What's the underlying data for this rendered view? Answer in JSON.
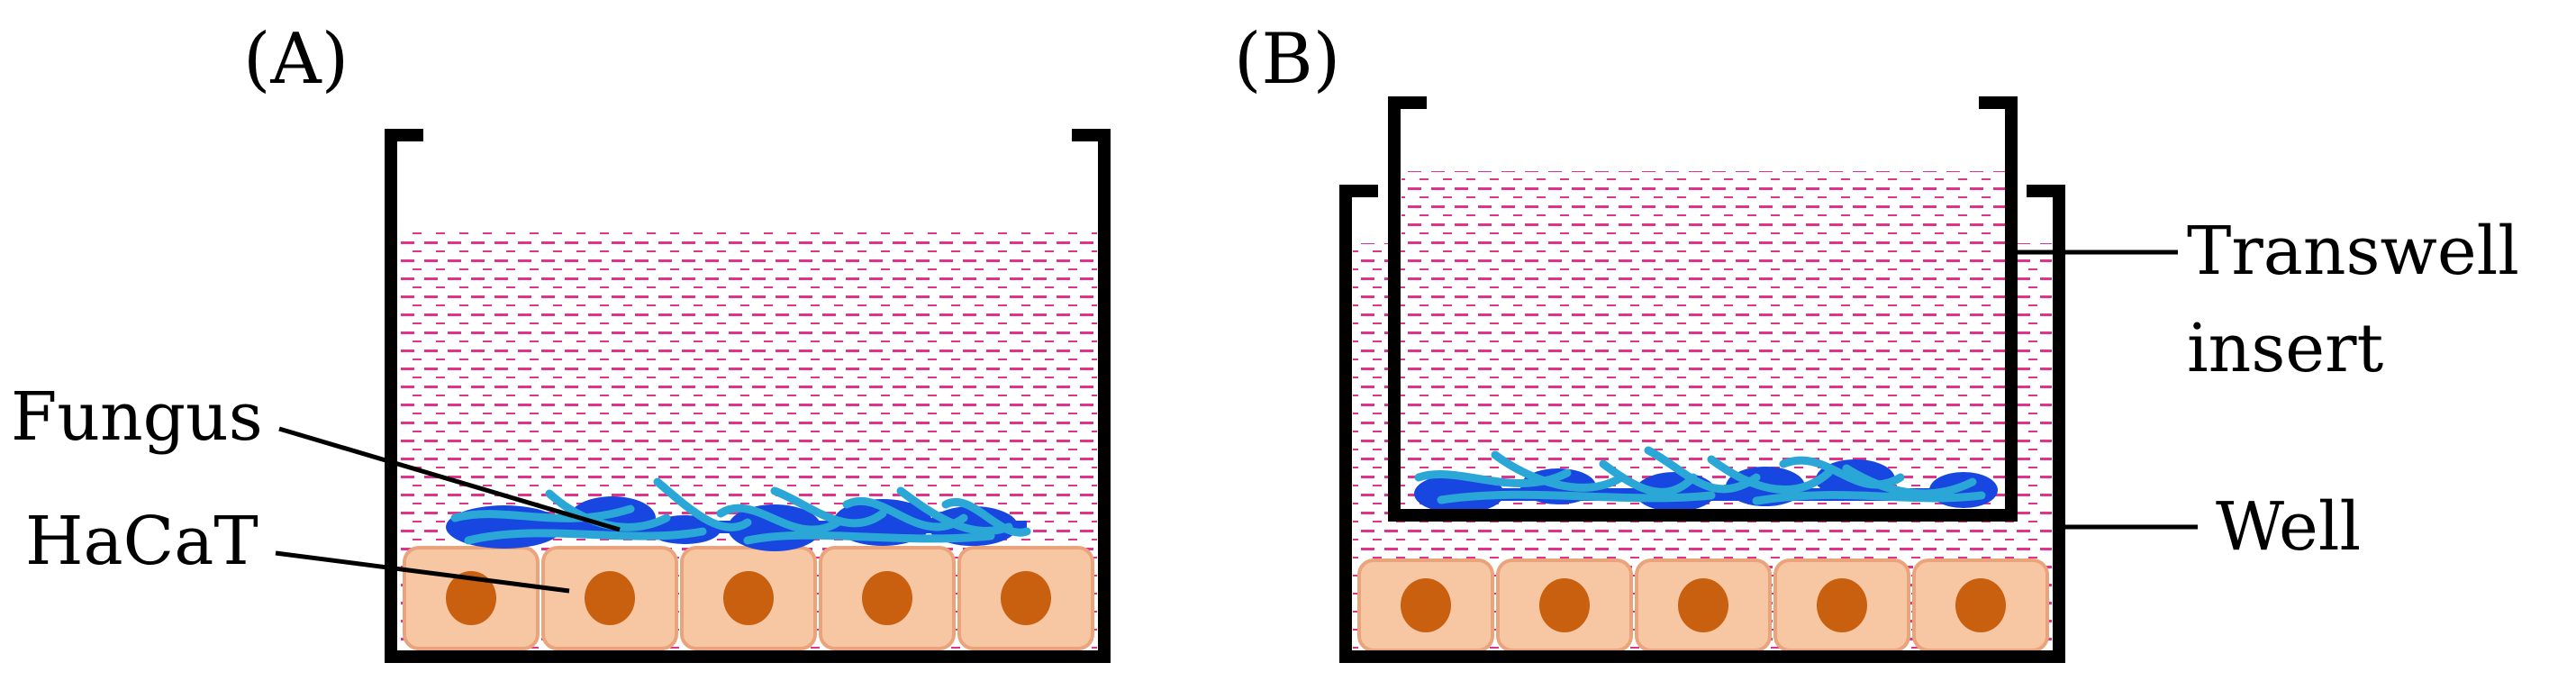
{
  "panels": [
    {
      "label": "(A)"
    },
    {
      "label": "(B)"
    }
  ],
  "callouts": {
    "fungus": "Fungus",
    "hacat": "HaCaT",
    "transwell_line1": "Transwell",
    "transwell_line2": "insert",
    "well": "Well"
  },
  "colors": {
    "outline": "#000000",
    "medium_dash": "#e2338a",
    "cell_fill": "#f7c6a3",
    "cell_border": "#e9a47c",
    "nucleus": "#c8600f",
    "fungus_body": "#1846e0",
    "hyphae": "#2aa7d6"
  },
  "cell_layers": {
    "panel_a_cells": 5,
    "panel_b_cells": 5
  }
}
